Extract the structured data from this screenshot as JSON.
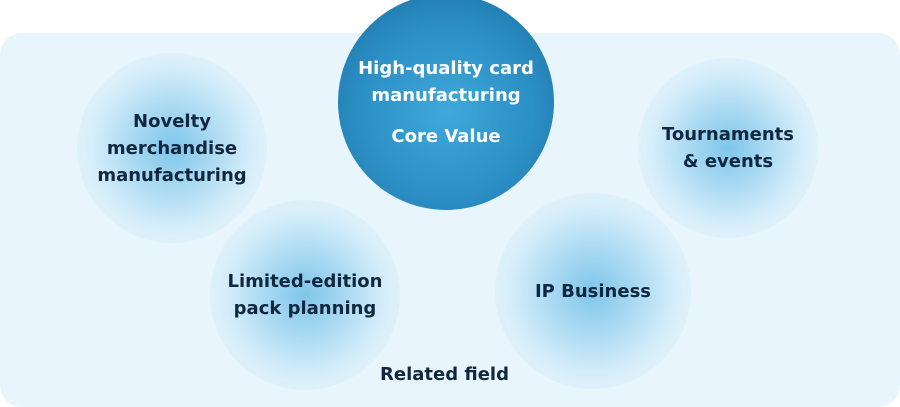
{
  "core": {
    "line1": "High-quality card",
    "line2": "manufacturing",
    "label": "Core Value"
  },
  "fields": [
    {
      "line1": "Novelty merchandise",
      "line2": "manufacturing"
    },
    {
      "line1": "Tournaments",
      "line2": "& events"
    },
    {
      "line1": "Limited-edition",
      "line2": "pack planning"
    },
    {
      "line1": "IP Business"
    }
  ],
  "related_label": "Related field",
  "colors": {
    "core": "#2b8fc4",
    "panel": "#e9f5fc",
    "text": "#10273f"
  }
}
